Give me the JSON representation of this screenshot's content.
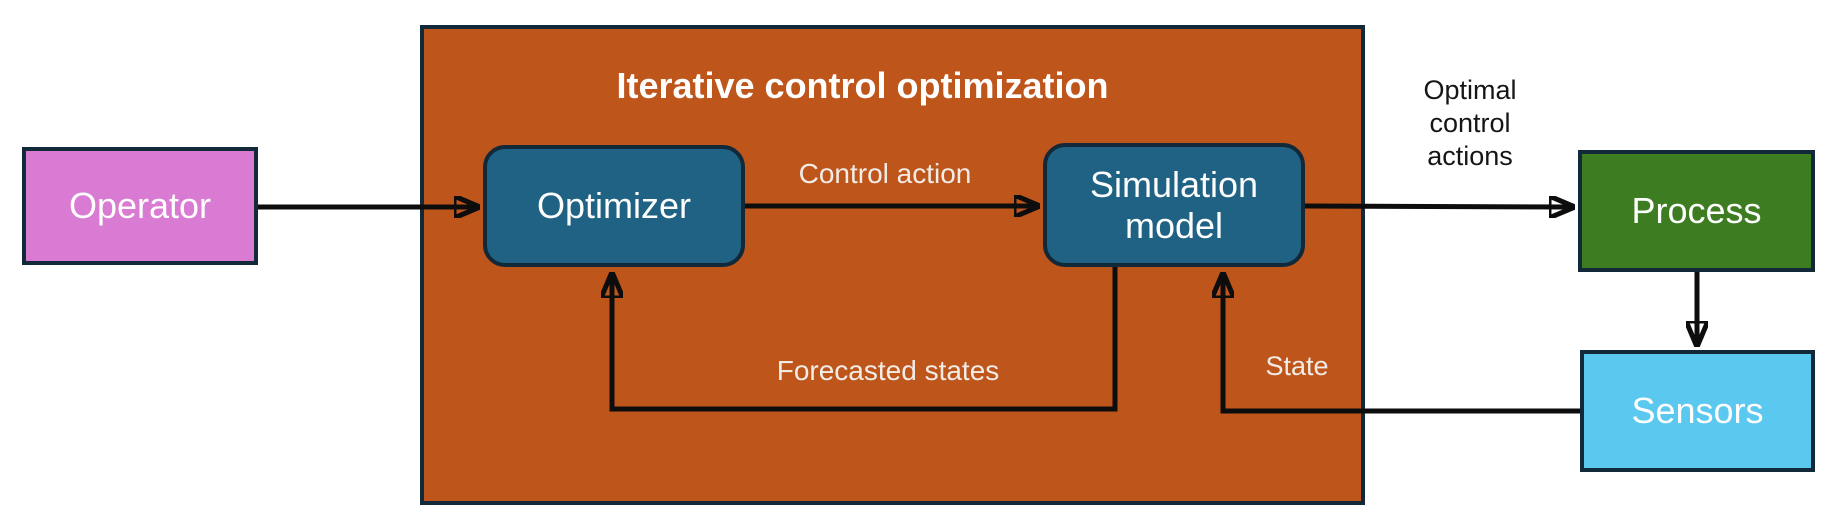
{
  "diagram": {
    "container": {
      "title": "Iterative control optimization"
    },
    "nodes": {
      "operator": {
        "label": "Operator"
      },
      "optimizer": {
        "label": "Optimizer"
      },
      "simulation": {
        "label": "Simulation model"
      },
      "process": {
        "label": "Process"
      },
      "sensors": {
        "label": "Sensors"
      }
    },
    "edge_labels": {
      "control_action": "Control action",
      "forecasted_states": "Forecasted states",
      "state": "State",
      "optimal_control_actions": "Optimal control actions"
    },
    "edges": [
      "operator -> optimizer",
      "optimizer -> simulation (Control action)",
      "simulation -> optimizer (Forecasted states)",
      "simulation -> process (Optimal control actions)",
      "process -> sensors",
      "sensors -> simulation (State)"
    ]
  },
  "colors": {
    "orange": "#be551b",
    "teal": "#1f6284",
    "pink": "#d97bd3",
    "green": "#3e7c22",
    "lightblue": "#5bc8f0",
    "border_navy": "#12293a",
    "arrow_black": "#0d0d0d",
    "label_light": "#f2ece7",
    "label_dark": "#161616"
  }
}
